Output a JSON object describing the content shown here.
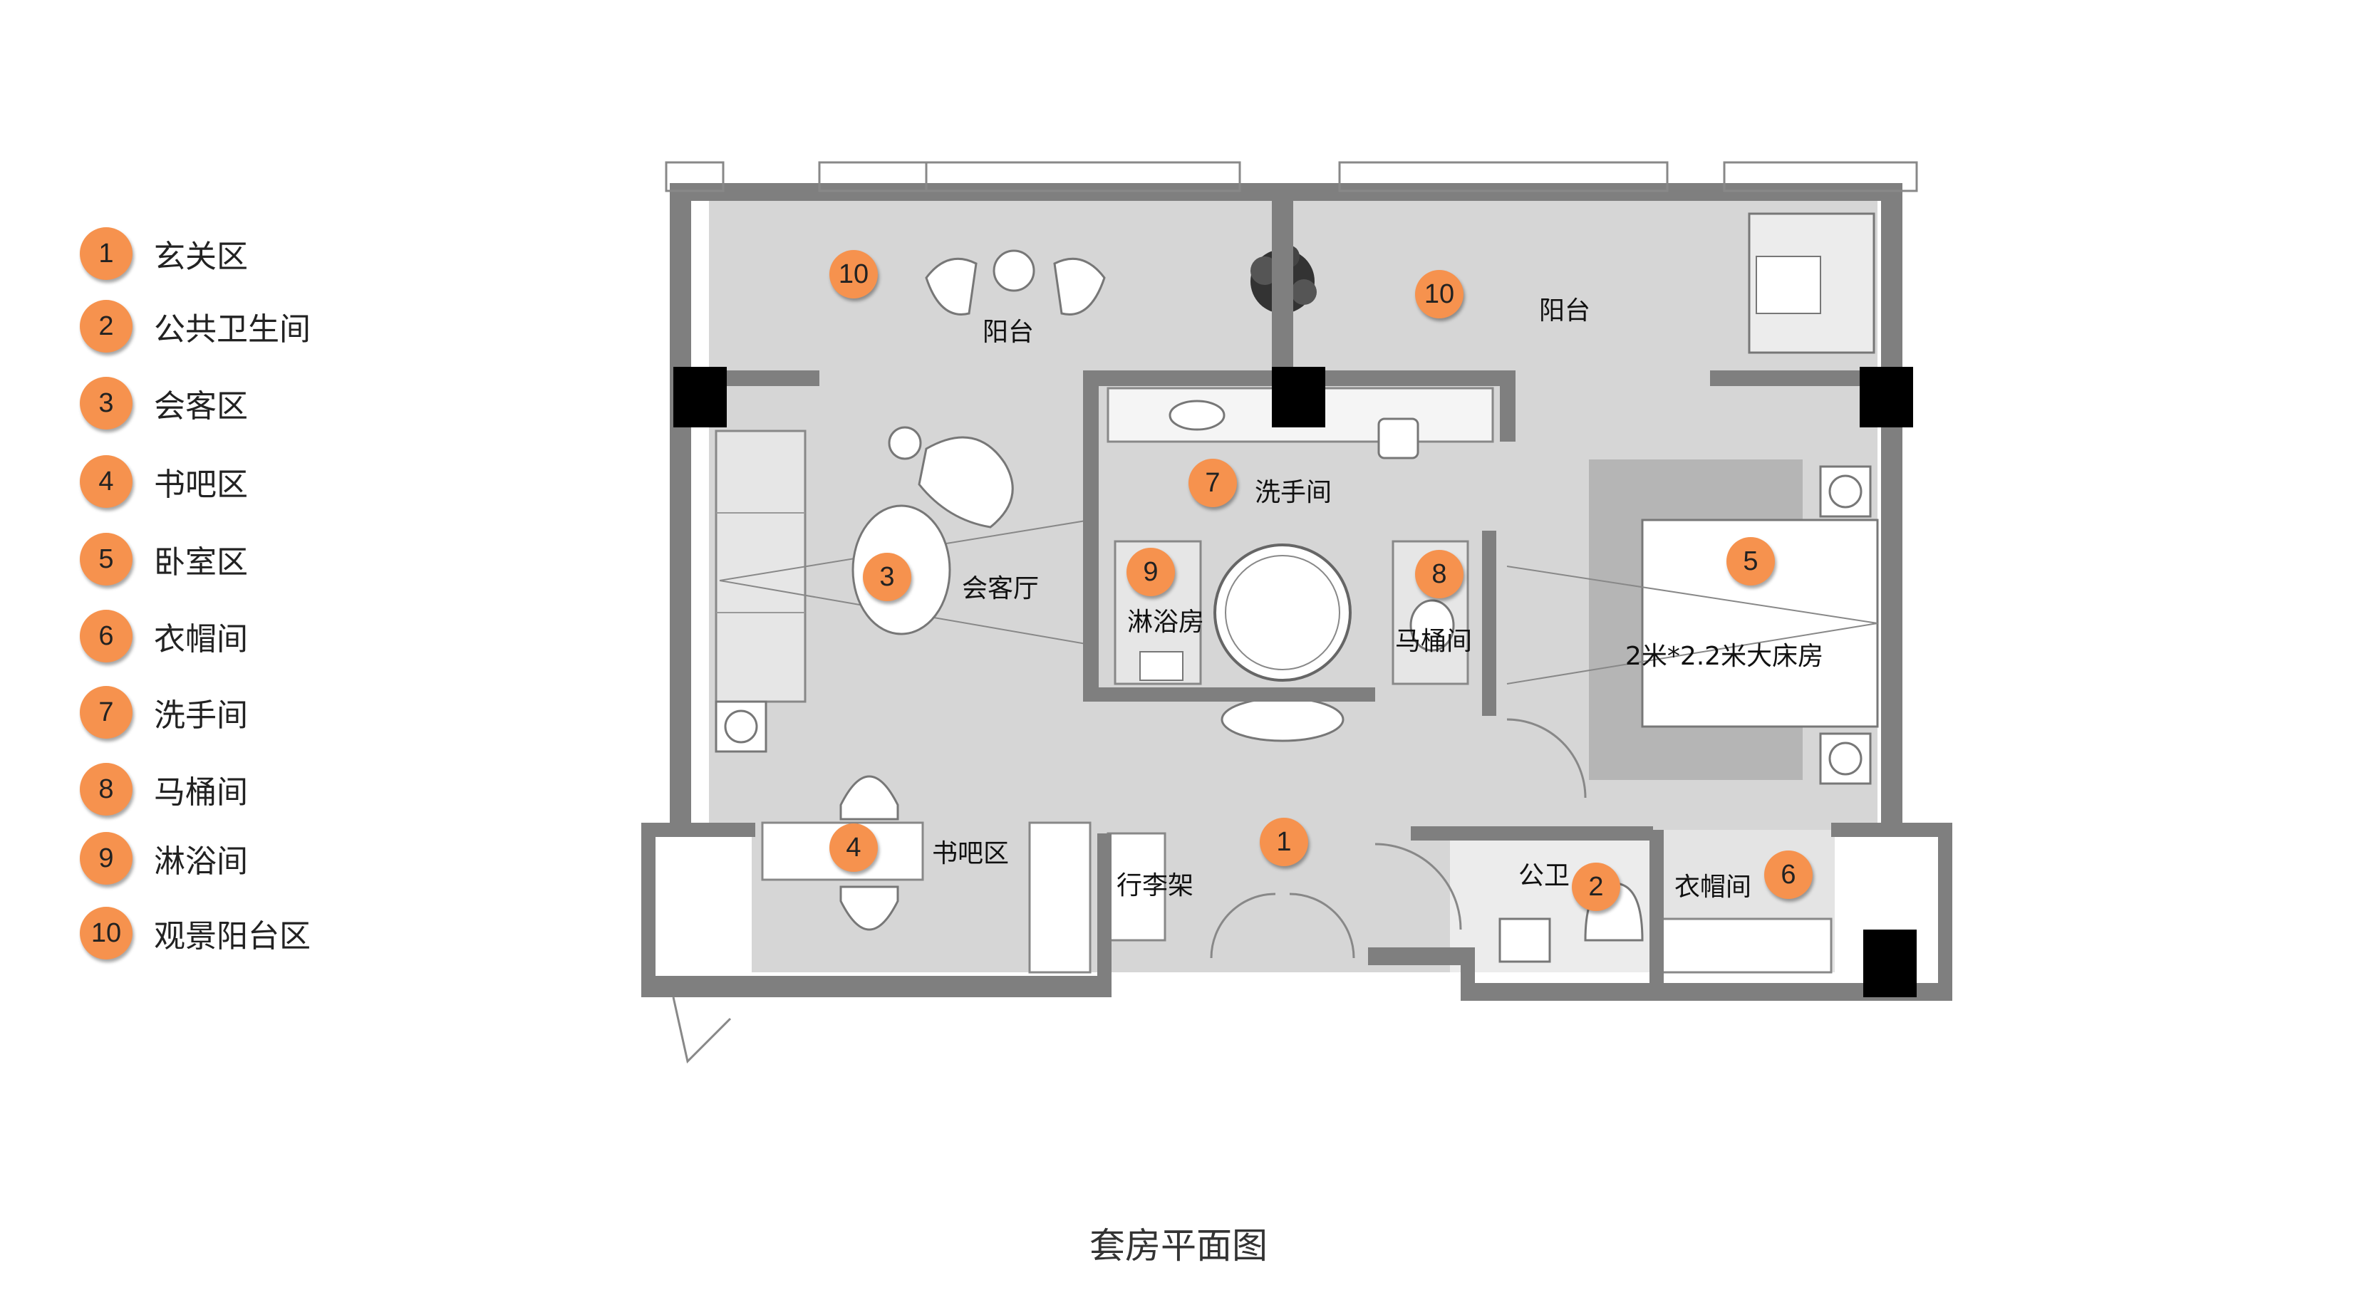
{
  "legend": [
    {
      "number": "1",
      "label": "玄关区"
    },
    {
      "number": "2",
      "label": "公共卫生间"
    },
    {
      "number": "3",
      "label": "会客区"
    },
    {
      "number": "4",
      "label": "书吧区"
    },
    {
      "number": "5",
      "label": "卧室区"
    },
    {
      "number": "6",
      "label": "衣帽间"
    },
    {
      "number": "7",
      "label": "洗手间"
    },
    {
      "number": "8",
      "label": "马桶间"
    },
    {
      "number": "9",
      "label": "淋浴间"
    },
    {
      "number": "10",
      "label": "观景阳台区"
    }
  ],
  "rooms": {
    "balcony_left": "阳台",
    "balcony_right": "阳台",
    "living": "会客厅",
    "washroom": "洗手间",
    "shower": "淋浴房",
    "toilet": "马桶间",
    "bedroom": "2米*2.2米大床房",
    "study": "书吧区",
    "luggage": "行李架",
    "public_wc": "公卫",
    "closet": "衣帽间"
  },
  "markers": {
    "balcony_left": "10",
    "balcony_right": "10",
    "washroom": "7",
    "living": "3",
    "shower": "9",
    "toilet": "8",
    "bedroom": "5",
    "entry": "1",
    "study": "4",
    "public_wc": "2",
    "closet": "6"
  },
  "caption": "套房平面图",
  "colors": {
    "marker": "#f6924e",
    "floor": "#d6d6d6",
    "wall": "#7f7f7f",
    "column": "#000000"
  }
}
